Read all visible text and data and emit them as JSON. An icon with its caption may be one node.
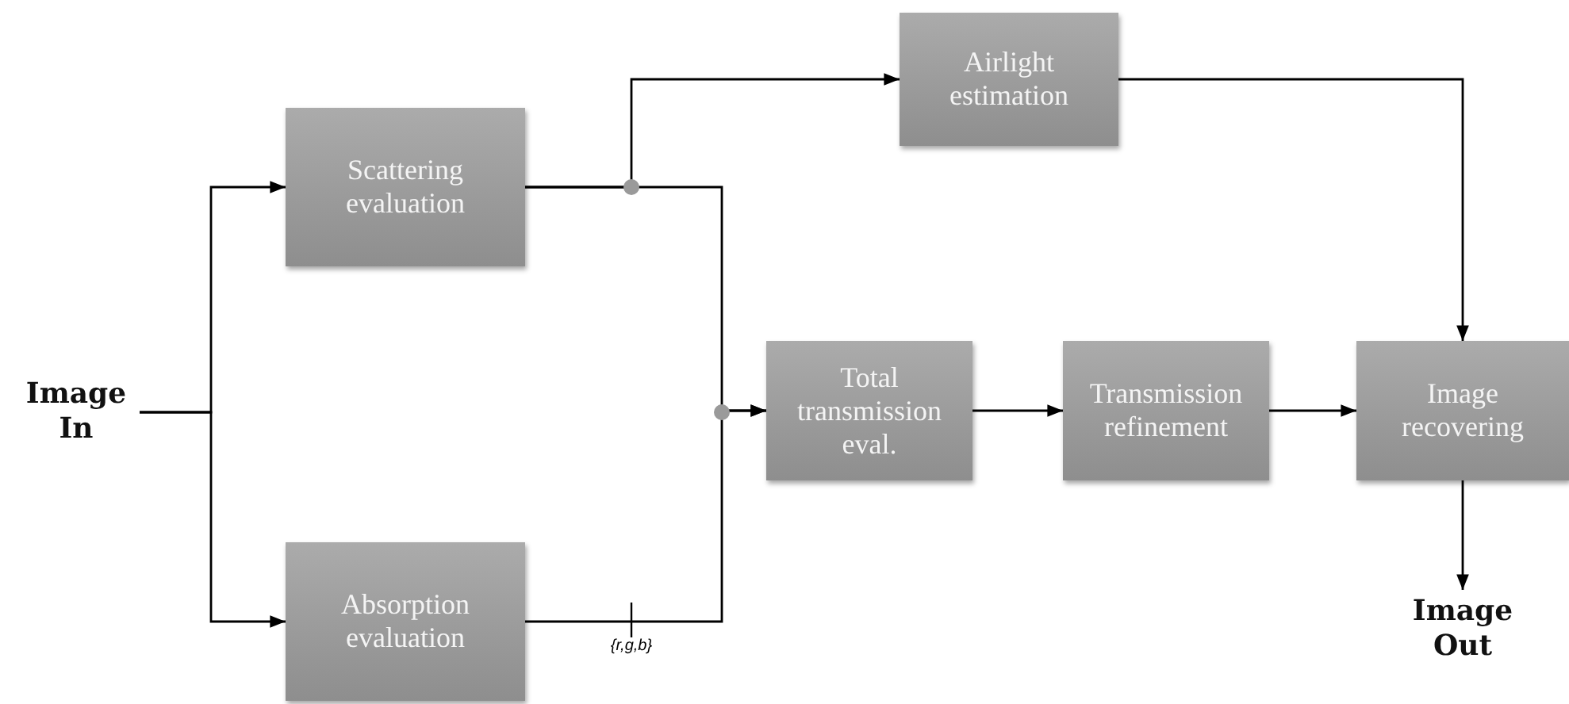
{
  "diagram": {
    "nodes": [
      {
        "text": [
          "Image In"
        ]
      },
      {
        "text": [
          "Scattering evaluation"
        ]
      },
      {
        "text": [
          "Absorption evaluation"
        ]
      },
      {
        "text": [
          "Airlight estimation"
        ]
      },
      {
        "text": [
          "Total transmission eval."
        ]
      },
      {
        "text": [
          "Transmission refinement"
        ]
      },
      {
        "text": [
          "Image recovering"
        ]
      },
      {
        "text": [
          "Image Out"
        ]
      }
    ],
    "edges": [
      {
        "from": 0,
        "to": 1,
        "arrow": "to"
      },
      {
        "from": 0,
        "to": 2,
        "arrow": "to"
      },
      {
        "from": 1,
        "to": 3,
        "arrow": "to"
      },
      {
        "from": 1,
        "to": 4,
        "arrow": "to"
      },
      {
        "from": 2,
        "to": 4,
        "arrow": "to",
        "label": "{r,g,b}"
      },
      {
        "from": 4,
        "to": 5,
        "arrow": "to"
      },
      {
        "from": 5,
        "to": 6,
        "arrow": "to"
      },
      {
        "from": 3,
        "to": 6,
        "arrow": "to"
      },
      {
        "from": 6,
        "to": 7,
        "arrow": "to"
      }
    ]
  }
}
